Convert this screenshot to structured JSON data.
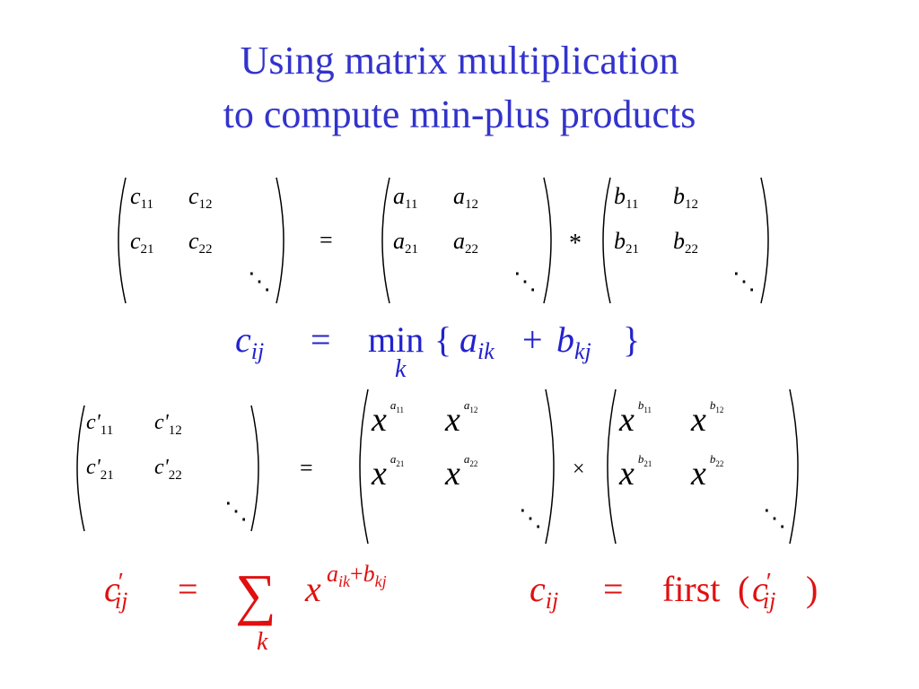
{
  "slide": {
    "title_line1": "Using matrix multiplication",
    "title_line2": "to compute min-plus products"
  },
  "colors": {
    "title": "#3333cc",
    "blue_formula": "#2222cc",
    "red_formula": "#e01010",
    "matrix": "#000000"
  },
  "eq1": {
    "C": [
      [
        "c",
        "11"
      ],
      [
        "c",
        "12"
      ],
      [
        "c",
        "21"
      ],
      [
        "c",
        "22"
      ]
    ],
    "A": [
      [
        "a",
        "11"
      ],
      [
        "a",
        "12"
      ],
      [
        "a",
        "21"
      ],
      [
        "a",
        "22"
      ]
    ],
    "B": [
      [
        "b",
        "11"
      ],
      [
        "b",
        "12"
      ],
      [
        "b",
        "21"
      ],
      [
        "b",
        "22"
      ]
    ],
    "equals": "=",
    "op": "*"
  },
  "formula_min": {
    "lhs": "c",
    "lhs_sub": "ij",
    "eq": "=",
    "min": "min",
    "under": "k",
    "lbrace": "{",
    "a": "a",
    "a_sub": "ik",
    "plus": "+",
    "b": "b",
    "b_sub": "kj",
    "rbrace": "}"
  },
  "eq2": {
    "Cp": [
      [
        "c'",
        "11"
      ],
      [
        "c'",
        "12"
      ],
      [
        "c'",
        "21"
      ],
      [
        "c'",
        "22"
      ]
    ],
    "X": "x",
    "XA": [
      [
        "a",
        "11"
      ],
      [
        "a",
        "12"
      ],
      [
        "a",
        "21"
      ],
      [
        "a",
        "22"
      ]
    ],
    "XB": [
      [
        "b",
        "11"
      ],
      [
        "b",
        "12"
      ],
      [
        "b",
        "21"
      ],
      [
        "b",
        "22"
      ]
    ],
    "equals": "=",
    "op": "×"
  },
  "formula_sum": {
    "lhs": "c",
    "prime": "′",
    "lhs_sub": "ij",
    "eq": "=",
    "sigma": "∑",
    "under": "k",
    "x": "x",
    "exp_a": "a",
    "exp_a_sub": "ik",
    "exp_plus": "+",
    "exp_b": "b",
    "exp_b_sub": "kj"
  },
  "formula_first": {
    "lhs": "c",
    "lhs_sub": "ij",
    "eq": "=",
    "fn": "first",
    "lparen": "(",
    "arg": "c",
    "arg_prime": "′",
    "arg_sub": "ij",
    "rparen": ")"
  },
  "dots": "⋱"
}
